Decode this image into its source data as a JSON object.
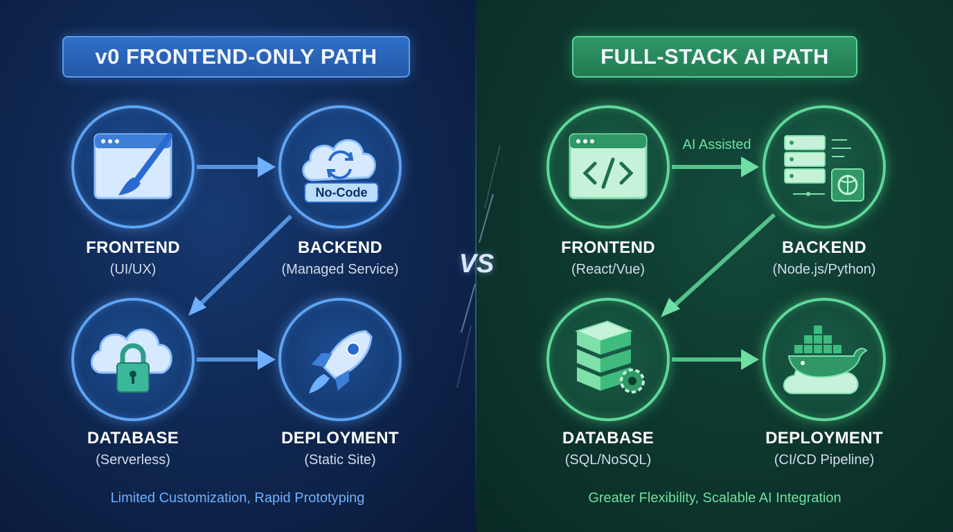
{
  "left": {
    "title": "v0 FRONTEND-ONLY PATH",
    "nodes": {
      "frontend": {
        "title": "FRONTEND",
        "subtitle": "(UI/UX)"
      },
      "backend": {
        "title": "BACKEND",
        "subtitle": "(Managed Service)",
        "badge": "No-Code"
      },
      "database": {
        "title": "DATABASE",
        "subtitle": "(Serverless)"
      },
      "deployment": {
        "title": "DEPLOYMENT",
        "subtitle": "(Static Site)"
      }
    },
    "footer": "Limited Customization, Rapid Prototyping",
    "accent": "#5fa4f4"
  },
  "right": {
    "title": "FULL-STACK AI PATH",
    "nodes": {
      "frontend": {
        "title": "FRONTEND",
        "subtitle": "(React/Vue)"
      },
      "backend": {
        "title": "BACKEND",
        "subtitle": "(Node.js/Python)"
      },
      "database": {
        "title": "DATABASE",
        "subtitle": "(SQL/NoSQL)"
      },
      "deployment": {
        "title": "DEPLOYMENT",
        "subtitle": "(CI/CD Pipeline)"
      }
    },
    "arrow_label": "AI Assisted",
    "footer": "Greater Flexibility, Scalable AI Integration",
    "accent": "#5fd89a"
  },
  "vs_label": "VS",
  "icons": {
    "left_frontend": "browser-paintbrush-icon",
    "left_backend": "cloud-sync-icon",
    "left_database": "cloud-lock-icon",
    "left_deployment": "rocket-icon",
    "right_frontend": "browser-code-icon",
    "right_backend": "server-ai-chip-icon",
    "right_database": "database-gear-icon",
    "right_deployment": "docker-whale-cloud-icon"
  }
}
